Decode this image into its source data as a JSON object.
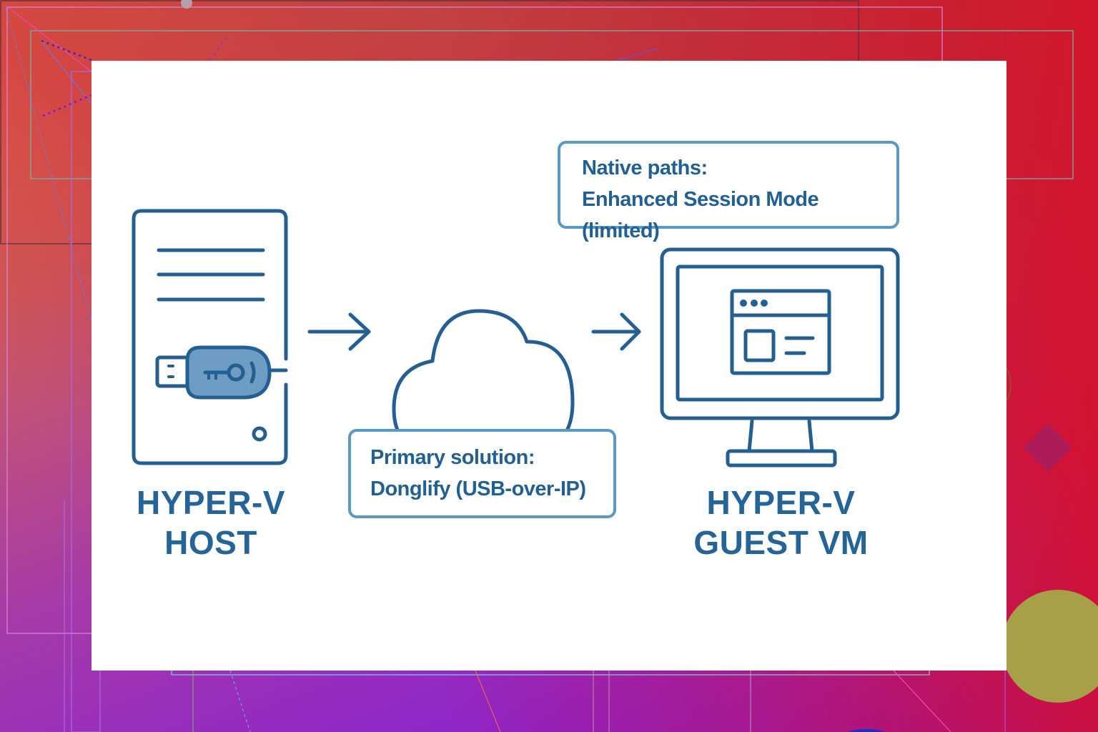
{
  "diagram": {
    "host": {
      "label_line1": "HYPER-V",
      "label_line2": "HOST",
      "icon": "server-tower-with-usb-key-icon"
    },
    "network": {
      "icon": "cloud-icon",
      "arrow_in_icon": "arrow-right-icon",
      "arrow_out_icon": "arrow-right-icon"
    },
    "guest": {
      "label_line1": "HYPER-V",
      "label_line2": "GUEST VM",
      "icon": "monitor-with-app-window-icon"
    },
    "native_box": {
      "line1": "Native paths:",
      "line2": "Enhanced Session Mode (limited)"
    },
    "primary_box": {
      "line1": "Primary solution:",
      "line2": "Donglify (USB-over-IP)"
    }
  },
  "colors": {
    "stroke": "#255f92",
    "box_border": "#5b98c4",
    "usb_fill": "#6d9cc4",
    "text": "#225f93"
  }
}
